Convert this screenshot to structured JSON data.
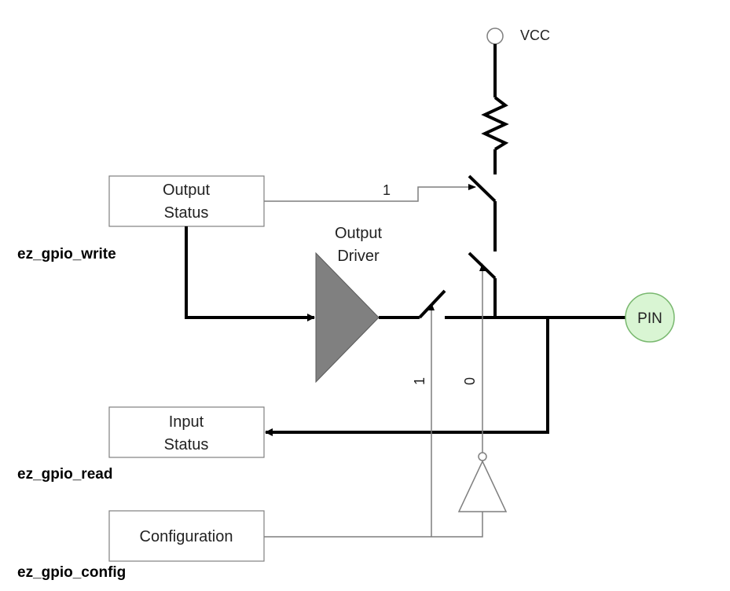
{
  "diagram": {
    "vcc": "VCC",
    "output_status": [
      "Output",
      "Status"
    ],
    "input_status": [
      "Input",
      "Status"
    ],
    "configuration": "Configuration",
    "output_driver": [
      "Output",
      "Driver"
    ],
    "pin": "PIN",
    "fn_write": "ez_gpio_write",
    "fn_read": "ez_gpio_read",
    "fn_config": "ez_gpio_config",
    "signal_high_top": "1",
    "signal_high_vertical": "1",
    "signal_low_vertical": "0"
  },
  "colors": {
    "line": "#000000",
    "thin_line": "#7f7f7f",
    "driver_fill": "#808080",
    "pin_fill": "#d9f5d3",
    "pin_stroke": "#79b86f",
    "box_stroke": "#808080"
  }
}
